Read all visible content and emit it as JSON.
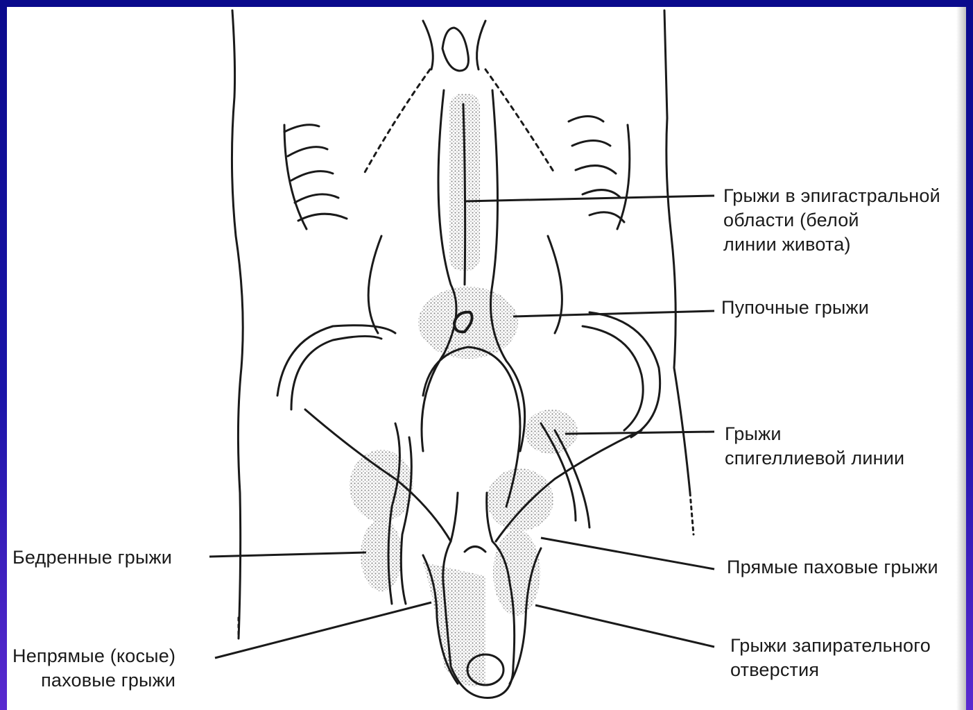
{
  "labels": {
    "epigastric": [
      "Грыжи в эпигастральной",
      "области (белой",
      "линии живота)"
    ],
    "umbilical": [
      "Пупочные грыжи"
    ],
    "spigelian": [
      "Грыжи",
      "спигеллиевой линии"
    ],
    "direct_inguinal": [
      "Прямые паховые грыжи"
    ],
    "obturator": [
      "Грыжи запирательного",
      "отверстия"
    ],
    "femoral": [
      "Бедренные грыжи"
    ],
    "indirect_inguinal": [
      "Непрямые (косые)",
      "паховые грыжи"
    ]
  },
  "colors": {
    "background": "#0a0a8c",
    "panel": "#ffffff",
    "ink": "#1a1a1a",
    "stipple": "#9a9a9a"
  }
}
